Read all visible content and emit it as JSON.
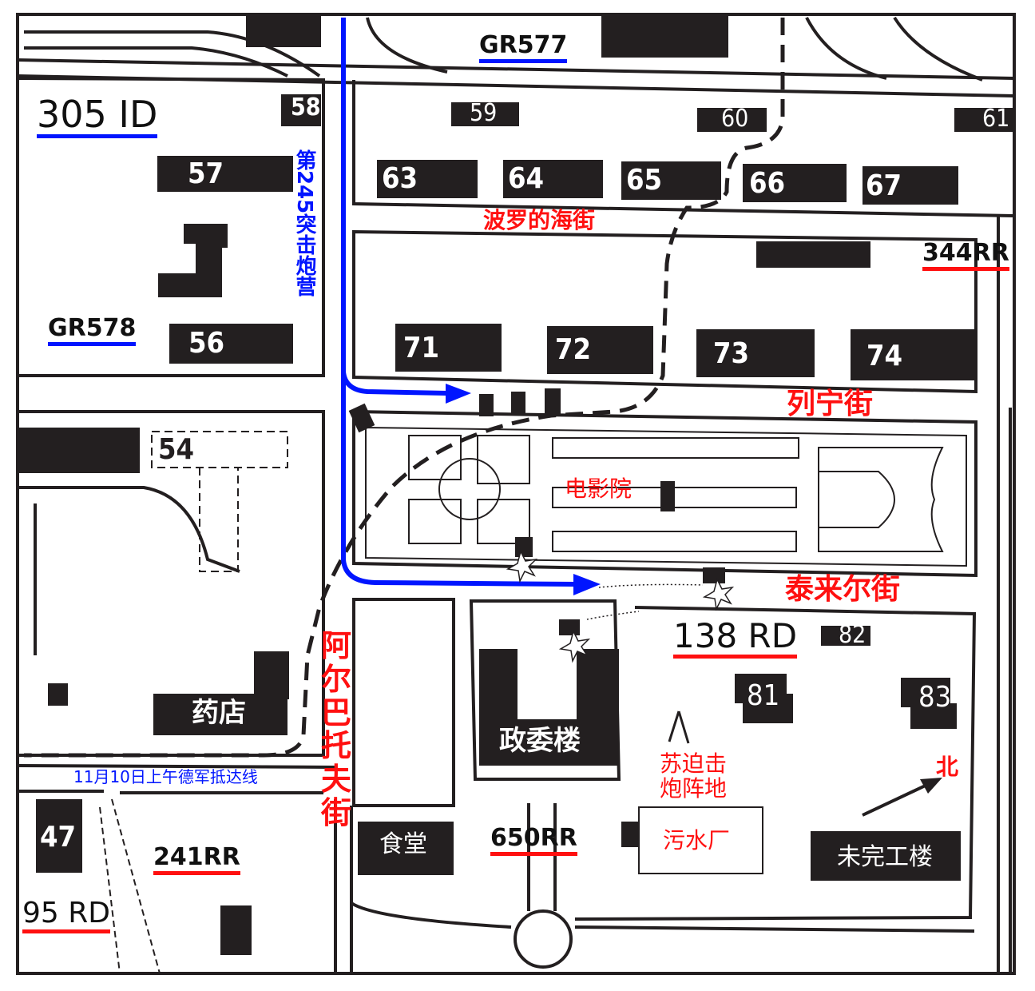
{
  "colors": {
    "friendly": "#0015ff",
    "enemy": "#ff1010",
    "building": "#231f20"
  },
  "units": {
    "id305": "305 ID",
    "gr577": "GR577",
    "gr578": "GR578",
    "rr344": "344RR",
    "rd138": "138 RD",
    "rr650": "650RR",
    "rr241": "241RR",
    "rd95": "95 RD"
  },
  "buildings": {
    "b58": "58",
    "b59": "59",
    "b60": "60",
    "b61": "61",
    "b63": "63",
    "b64": "64",
    "b65": "65",
    "b66": "66",
    "b67": "67",
    "b57": "57",
    "b56": "56",
    "b71": "71",
    "b72": "72",
    "b73": "73",
    "b74": "74",
    "b54": "54",
    "b81": "81",
    "b82": "82",
    "b83": "83",
    "b47": "47",
    "pharmacy": "药店",
    "commissar": "政委楼",
    "canteen": "食堂",
    "unfinished": "未完工楼",
    "sewage": "污水厂",
    "cinema": "电影院"
  },
  "streets": {
    "baltic": "波罗的海街",
    "lenin": "列宁街",
    "tamer": "泰来尔街",
    "arbatov": "阿尔巴托夫街"
  },
  "annotations": {
    "battalion": "第245突击炮营",
    "german_line": "11月10日上午德军抵达线",
    "mortar_line1": "苏迫击",
    "mortar_line2": "炮阵地",
    "north": "北"
  }
}
